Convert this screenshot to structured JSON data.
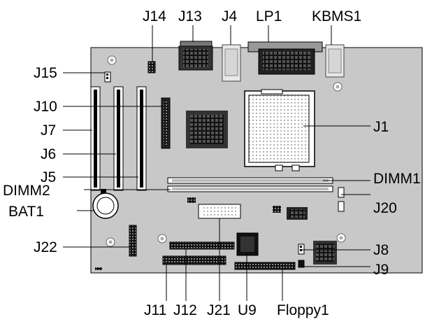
{
  "labels": {
    "j14": "J14",
    "j13": "J13",
    "j4": "J4",
    "lp1": "LP1",
    "kbms1": "KBMS1",
    "j15": "J15",
    "j10": "J10",
    "j7": "J7",
    "j6": "J6",
    "j5": "J5",
    "dimm2": "DIMM2",
    "bat1": "BAT1",
    "j22": "J22",
    "j1": "J1",
    "dimm1": "DIMM1",
    "j20": "J20",
    "j8": "J8",
    "j9": "J9",
    "j11": "J11",
    "j12": "J12",
    "j21": "J21",
    "u9": "U9",
    "floppy1": "Floppy1"
  },
  "colors": {
    "board": "#c8c8c8",
    "ink": "#000000",
    "chip": "#1a1a1a",
    "socket": "#ffffff"
  }
}
